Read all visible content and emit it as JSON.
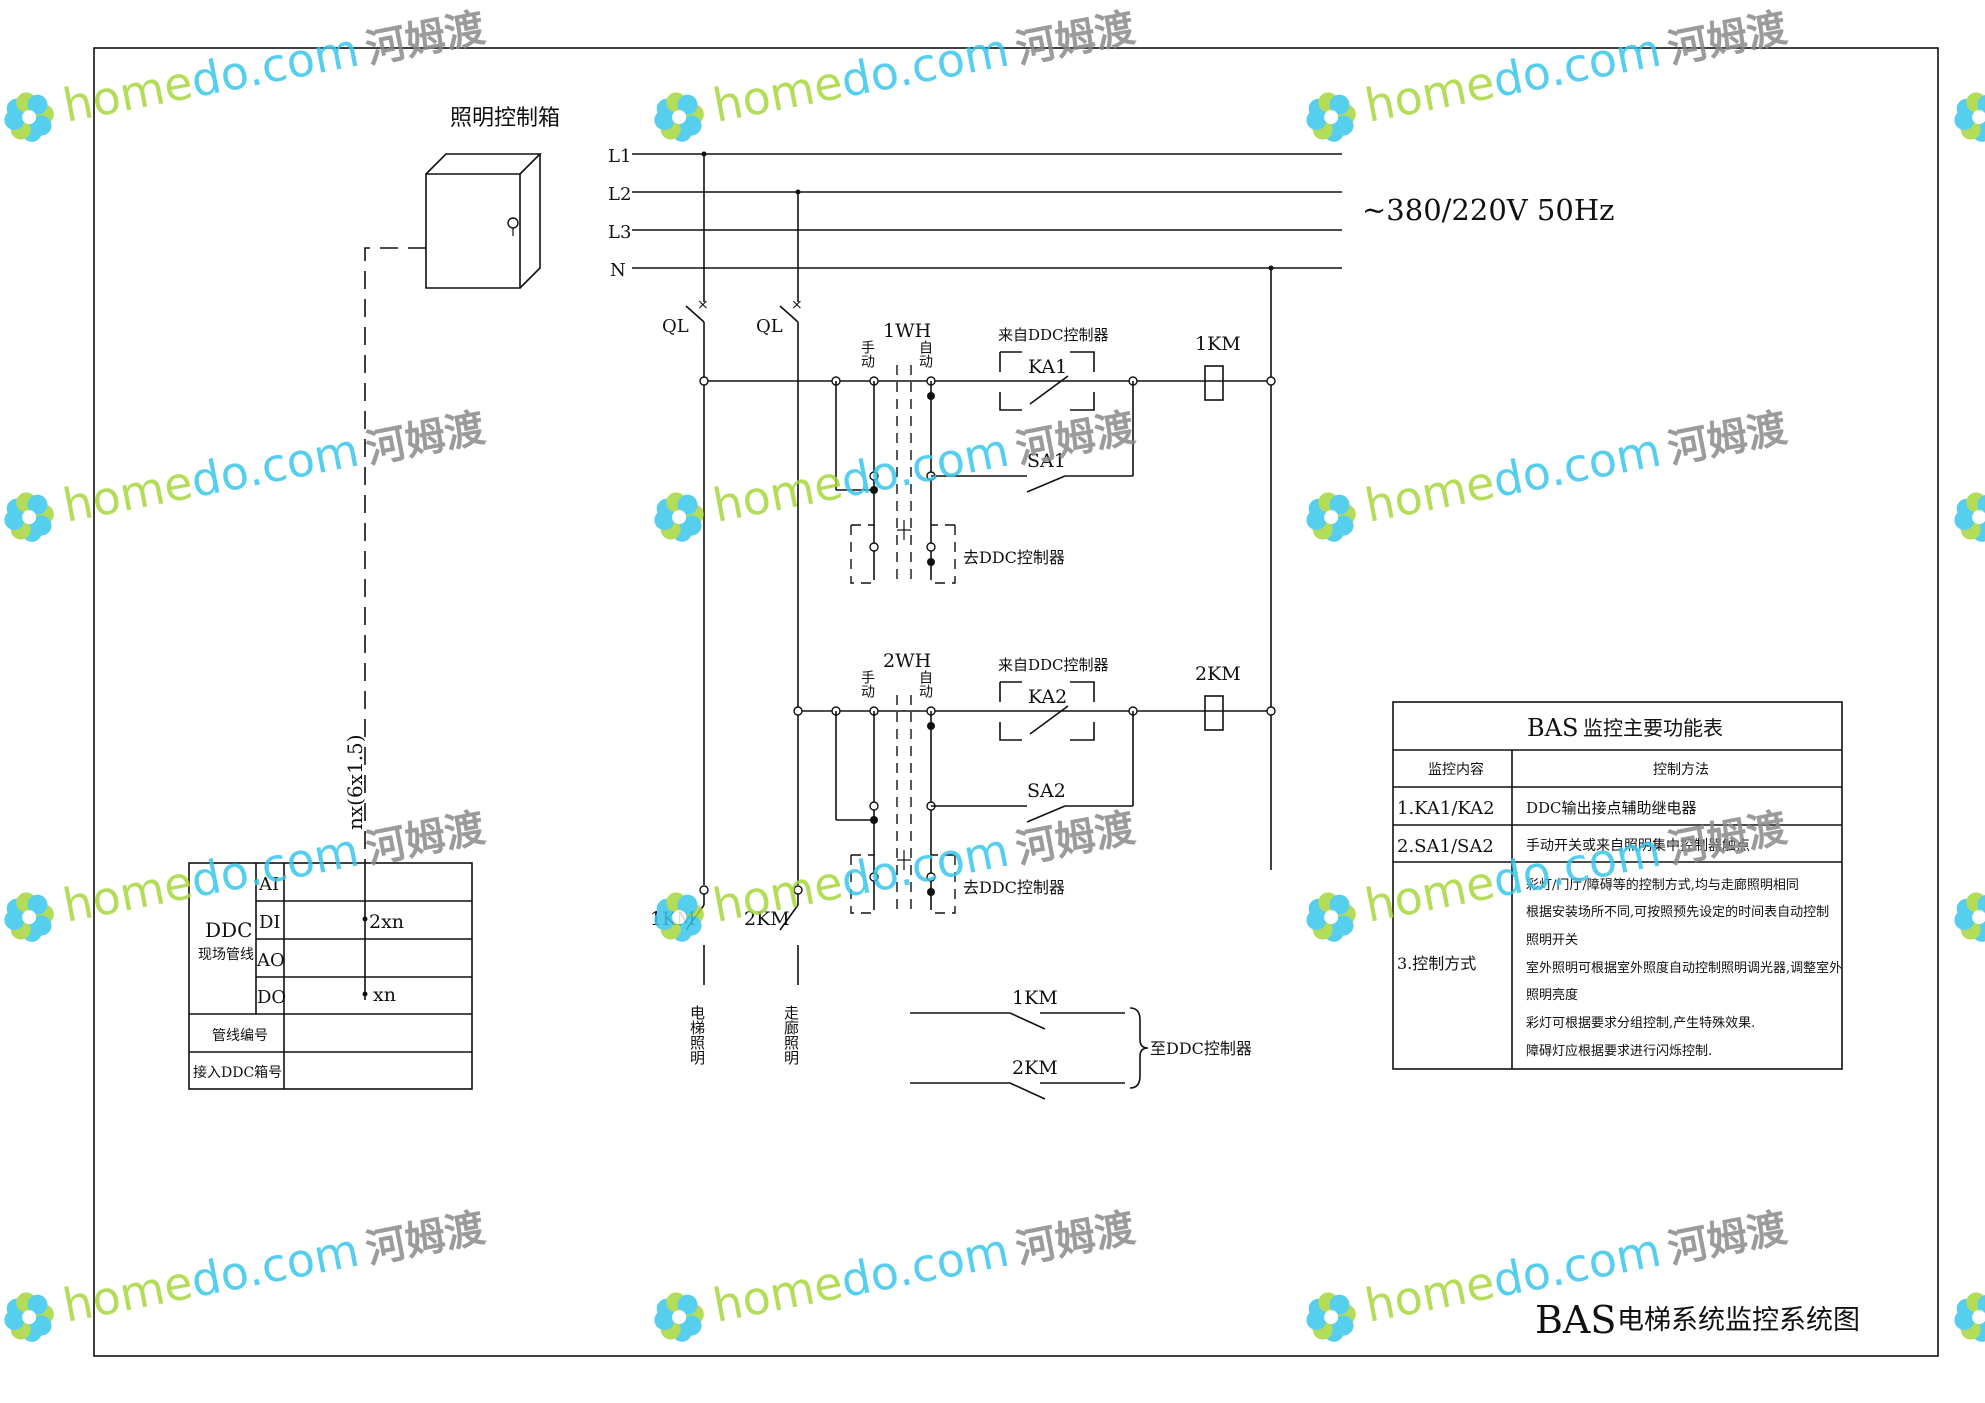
{
  "drawing_title": {
    "prefix": "BAS",
    "text": "电梯系统监控系统图"
  },
  "supply": {
    "label": "~380/220V 50Hz"
  },
  "bus_lines": [
    "L1",
    "L2",
    "L3",
    "N"
  ],
  "lighting_box": {
    "label": "照明控制箱"
  },
  "cable_label": "nx(6x1.5)",
  "breakers": [
    "QL",
    "QL"
  ],
  "circuit1": {
    "selector": "1WH",
    "manual": "手动",
    "auto": "自动",
    "from_ddc": "来自DDC控制器",
    "relay": "KA1",
    "switch": "SA1",
    "to_ddc": "去DDC控制器",
    "contactor": "1KM"
  },
  "circuit2": {
    "selector": "2WH",
    "manual": "手动",
    "auto": "自动",
    "from_ddc": "来自DDC控制器",
    "relay": "KA2",
    "switch": "SA2",
    "to_ddc": "去DDC控制器",
    "contactor": "2KM"
  },
  "outputs": {
    "km1": "1KM",
    "km2": "2KM",
    "elevator_light": "电梯照明",
    "corridor_light": "走廊照明"
  },
  "feedback": {
    "km1": "1KM",
    "km2": "2KM",
    "to_ddc": "至DDC控制器"
  },
  "ddc_table": {
    "title": "DDC",
    "subtitle": "现场管线",
    "rows": [
      "AI",
      "DI",
      "AO",
      "DO"
    ],
    "di_value": "2xn",
    "do_value": "xn",
    "pipe_label": "管线编号",
    "ddc_label": "接入DDC箱号"
  },
  "bas_table": {
    "title_prefix": "BAS",
    "title": "监控主要功能表",
    "header_col1": "监控内容",
    "header_col2": "控制方法",
    "row1_col1": "1.KA1/KA2",
    "row1_col2": "DDC输出接点辅助继电器",
    "row2_col1": "2.SA1/SA2",
    "row2_col2": "手动开关或来自照明集中控制器触点",
    "row3_col1": "3.控制方式",
    "row3_lines": [
      "彩灯/门厅/障碍等的控制方式,均与走廊照明相同",
      "根据安装场所不同,可按照预先设定的时间表自动控制",
      "照明开关",
      "室外照明可根据室外照度自动控制照明调光器,调整室外",
      "照明亮度",
      "彩灯可根据要求分组控制,产生特殊效果.",
      "障碍灯应根据要求进行闪烁控制."
    ]
  },
  "watermark": {
    "part1": "home",
    "part2": "do",
    "part3": ".com",
    "cn": "河姆渡"
  },
  "colors": {
    "watermark_green": "#a6d63c",
    "watermark_blue": "#39c6ea",
    "watermark_cn": "#8a8a8a",
    "line": "#111111"
  }
}
